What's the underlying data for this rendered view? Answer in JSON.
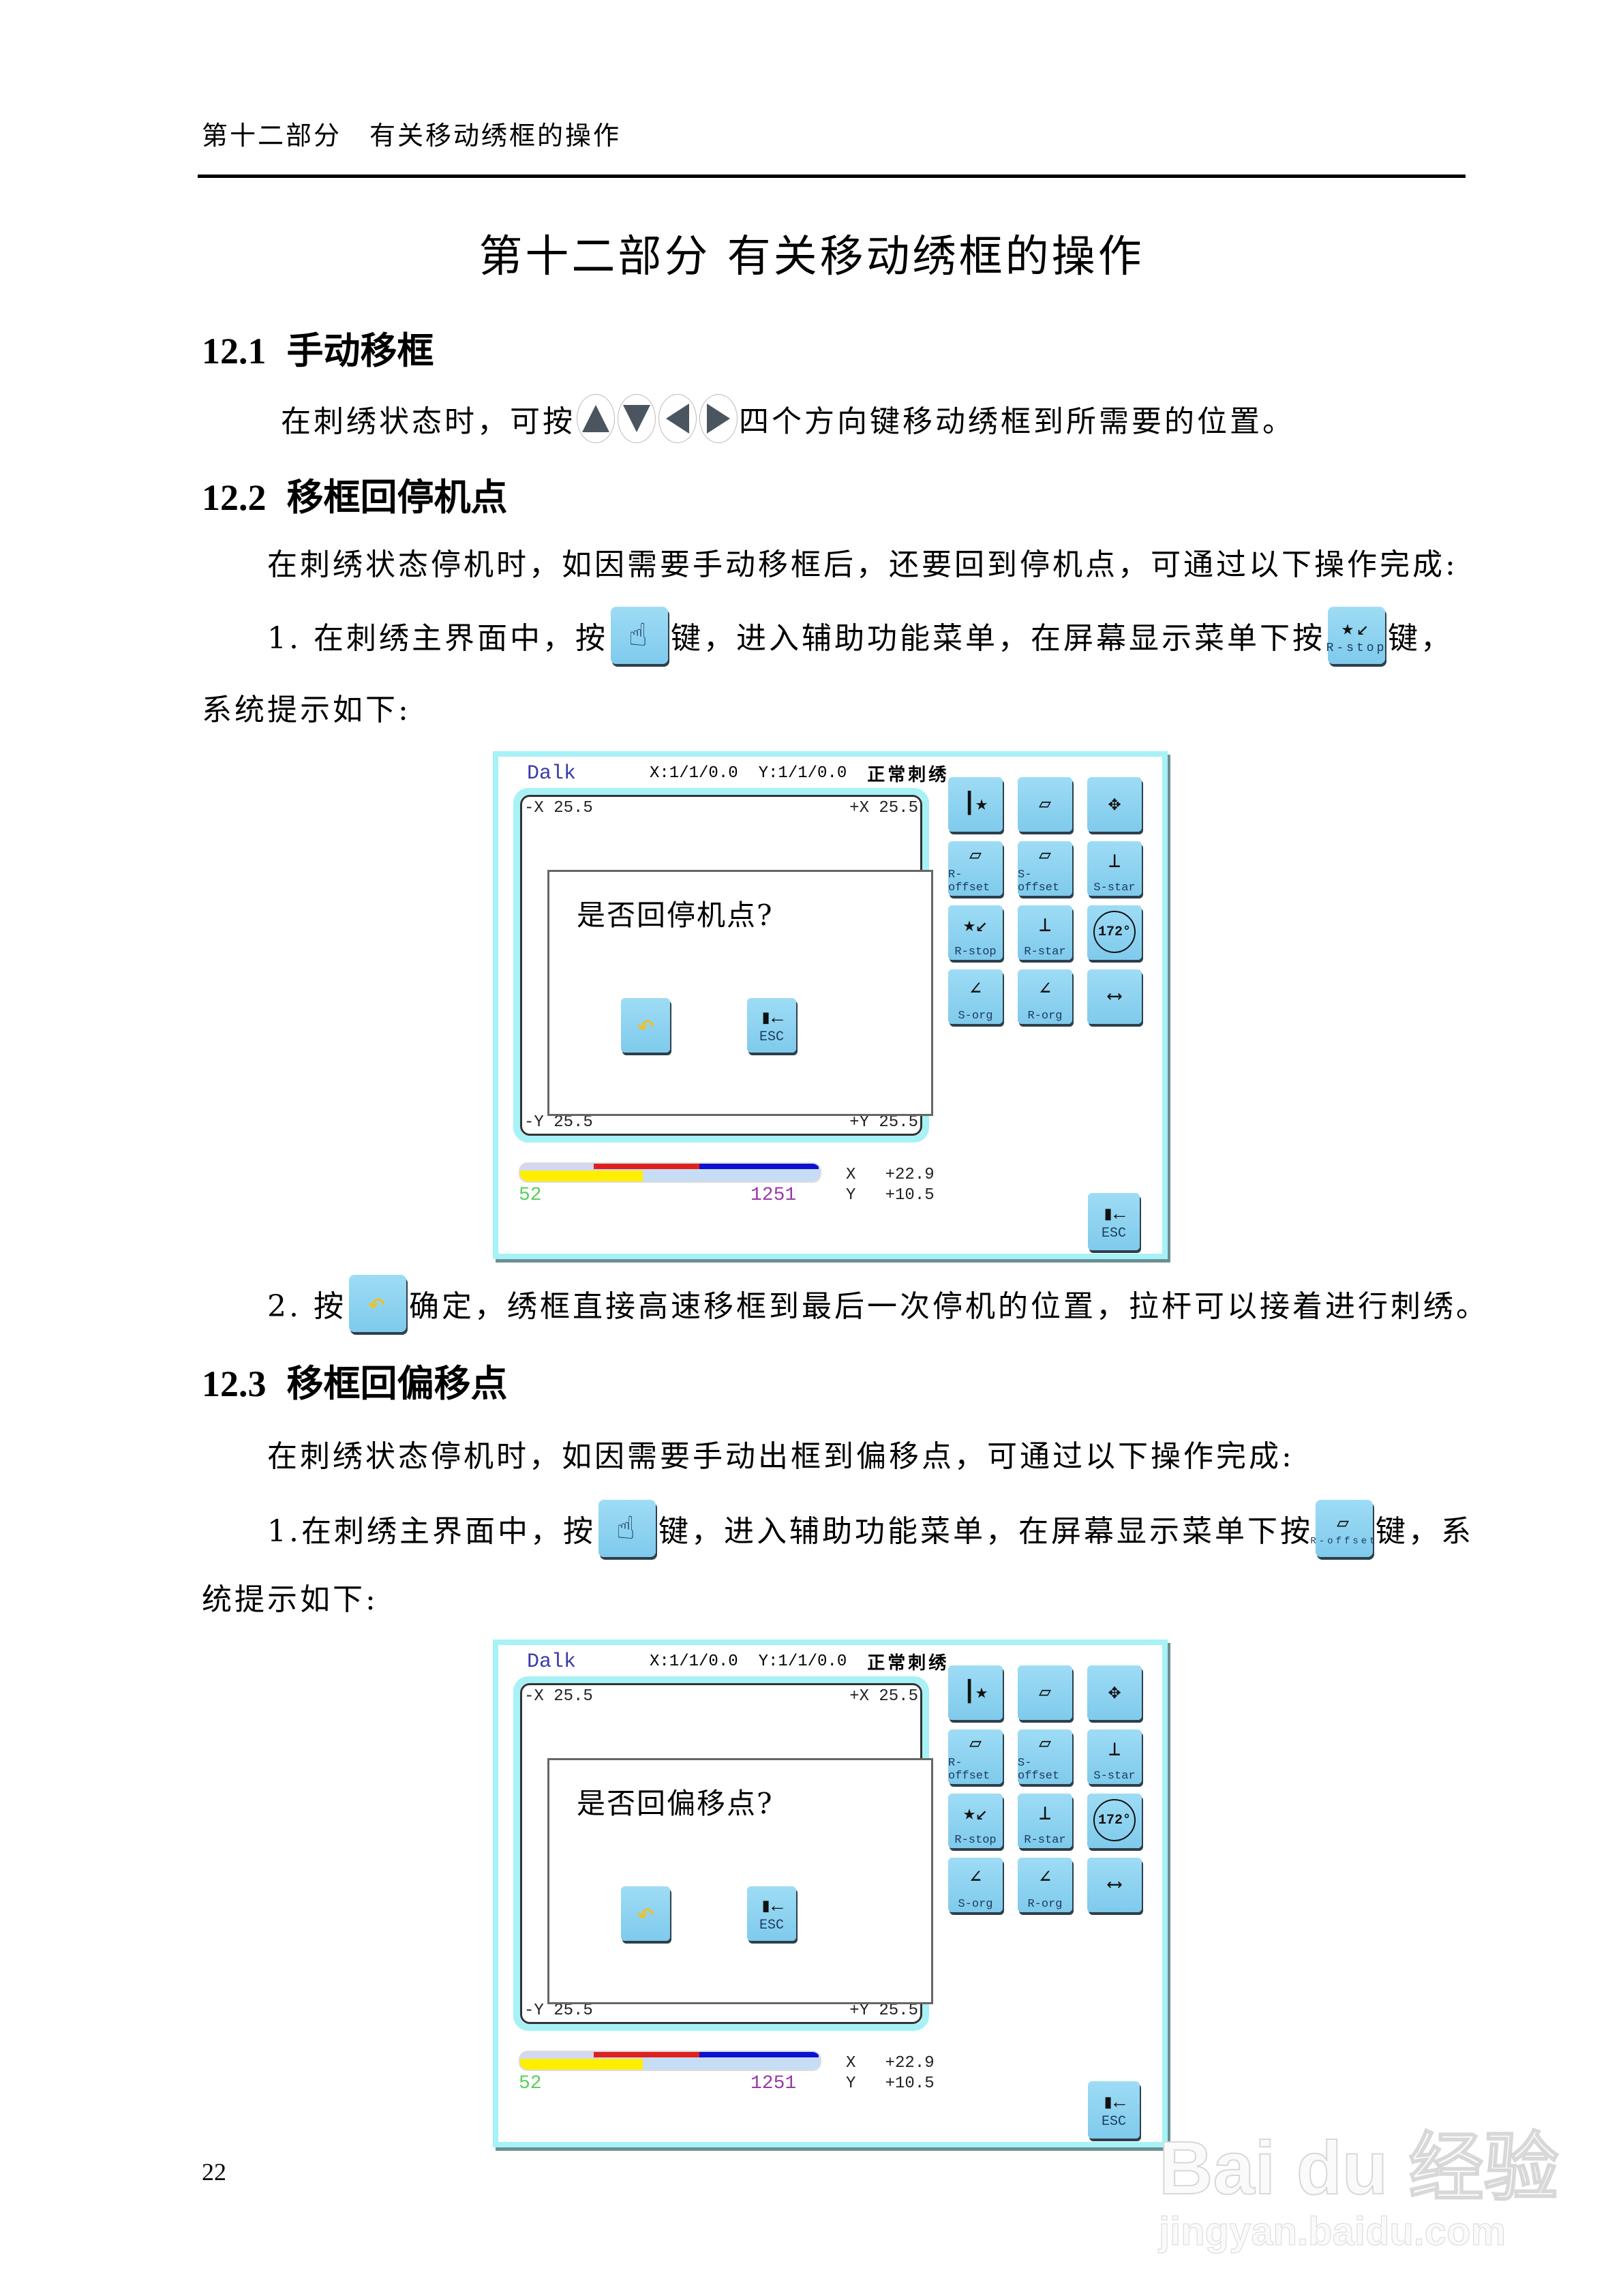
{
  "header": {
    "running_head": "第十二部分　有关移动绣框的操作"
  },
  "page_title": "第十二部分 有关移动绣框的操作",
  "sections": [
    {
      "number": "12.1",
      "title": "手动移框",
      "para1_before": "在刺绣状态时，可按",
      "arrow_keys": [
        "up-arrow-key",
        "down-arrow-key",
        "left-arrow-key",
        "right-arrow-key"
      ],
      "para1_after": "四个方向键移动绣框到所需要的位置。"
    },
    {
      "number": "12.2",
      "title": "移框回停机点",
      "intro": "在刺绣状态停机时，如因需要手动移框后，还要回到停机点，可通过以下操作完成:",
      "step1_a": "1.  在刺绣主界面中，按",
      "step1_b": "键，进入辅助功能菜单，在屏幕显示菜单下按",
      "step1_c": "键，",
      "step1_key_label": "R-stop",
      "step1_cont": "系统提示如下:",
      "step2_a": "2.  按",
      "step2_b": "确定，绣框直接高速移框到最后一次停机的位置，拉杆可以接着进行刺绣。"
    },
    {
      "number": "12.3",
      "title": "移框回偏移点",
      "intro": "在刺绣状态停机时，如因需要手动出框到偏移点，可通过以下操作完成:",
      "step1_a": "1.在刺绣主界面中，按",
      "step1_b": "键，进入辅助功能菜单，在屏幕显示菜单下按",
      "step1_c": "键，系",
      "step1_key_label": "R-offset",
      "step1_cont": "统提示如下:"
    }
  ],
  "screens": [
    {
      "brand": "Dalk",
      "x_info": "X:1/1/0.0",
      "y_info": "Y:1/1/0.0",
      "status": "正常刺绣",
      "neg_x": "-X  25.5",
      "pos_x": "+X  25.5",
      "neg_y": "-Y  25.5",
      "pos_y": "+Y  25.5",
      "dialog_question": "是否回停机点?",
      "confirm_icon": "return-arrow-icon",
      "esc_label": "ESC",
      "count_left": "52",
      "count_right": "1251",
      "x_coord": "X   +22.9",
      "y_coord": "Y   +10.5"
    },
    {
      "brand": "Dalk",
      "x_info": "X:1/1/0.0",
      "y_info": "Y:1/1/0.0",
      "status": "正常刺绣",
      "neg_x": "-X  25.5",
      "pos_x": "+X  25.5",
      "neg_y": "-Y  25.5",
      "pos_y": "+Y  25.5",
      "dialog_question": "是否回偏移点?",
      "confirm_icon": "return-arrow-icon",
      "esc_label": "ESC",
      "count_left": "52",
      "count_right": "1251",
      "x_coord": "X   +22.9",
      "y_coord": "Y   +10.5"
    }
  ],
  "grid_buttons": [
    {
      "label": "",
      "icon": "needle-star-icon"
    },
    {
      "label": "",
      "icon": "needle-frame-star-icon"
    },
    {
      "label": "",
      "icon": "frame-cross-arrows-icon"
    },
    {
      "label": "R-offset",
      "icon": "parallelogram-icon"
    },
    {
      "label": "S-offset",
      "icon": "parallelogram-icon"
    },
    {
      "label": "S-star",
      "icon": "axis-needle-icon"
    },
    {
      "label": "R-stop",
      "icon": "star-arrow-icon"
    },
    {
      "label": "R-star",
      "icon": "axis-needle-icon"
    },
    {
      "label": "172°",
      "icon": "angle-dial-icon"
    },
    {
      "label": "S-org",
      "icon": "origin-axis-icon"
    },
    {
      "label": "R-org",
      "icon": "origin-axis-icon"
    },
    {
      "label": "",
      "icon": "stitch-wave-icon"
    }
  ],
  "footer": {
    "page_number": "22"
  },
  "watermark": {
    "brand": "Bai du 经验",
    "url": "jingyan.baidu.com"
  },
  "colors": {
    "screen_border": "#a6f2f6",
    "button_fill": "#8fd3f0",
    "progress_red": "#e02020",
    "progress_blue": "#1010d0",
    "progress_yellow": "#ffee00",
    "count_left": "#5ad05a",
    "count_right": "#9a3aa8",
    "brand": "#3a3aa8"
  }
}
